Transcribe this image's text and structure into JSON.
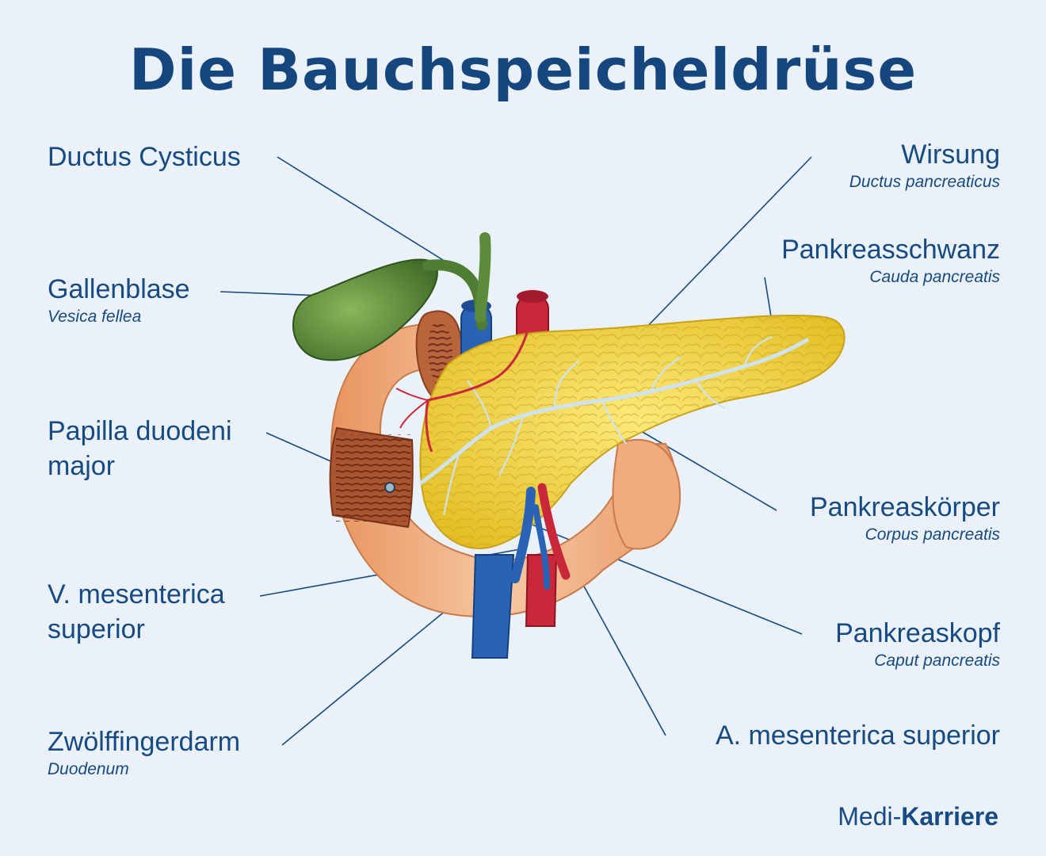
{
  "title": "Die Bauchspeicheldrüse",
  "labels": {
    "ductus_cysticus": {
      "main": "Ductus Cysticus"
    },
    "gallenblase": {
      "main": "Gallenblase",
      "sub": "Vesica fellea"
    },
    "papilla": {
      "main1": "Papilla duodeni",
      "main2": "major"
    },
    "v_mesenterica": {
      "main1": "V. mesenterica",
      "main2": "superior"
    },
    "zwoelffingerdarm": {
      "main": "Zwölffingerdarm",
      "sub": "Duodenum"
    },
    "wirsung": {
      "main": "Wirsung",
      "sub": "Ductus pancreaticus"
    },
    "pankreasschwanz": {
      "main": "Pankreasschwanz",
      "sub": "Cauda pancreatis"
    },
    "pankreaskoerper": {
      "main": "Pankreaskörper",
      "sub": "Corpus pancreatis"
    },
    "pankreaskopf": {
      "main": "Pankreaskopf",
      "sub": "Caput pancreatis"
    },
    "a_mesenterica": {
      "main": "A. mesenterica superior"
    }
  },
  "brand": {
    "part1": "Medi-",
    "part2": "Karriere"
  },
  "colors": {
    "background": "#eaf1f9",
    "text": "#164a80",
    "pancreas": "#f2d53c",
    "duodenum": "#f0b184",
    "gallbladder": "#5f8a3d",
    "vein": "#2a63b5",
    "artery": "#c9283a"
  }
}
